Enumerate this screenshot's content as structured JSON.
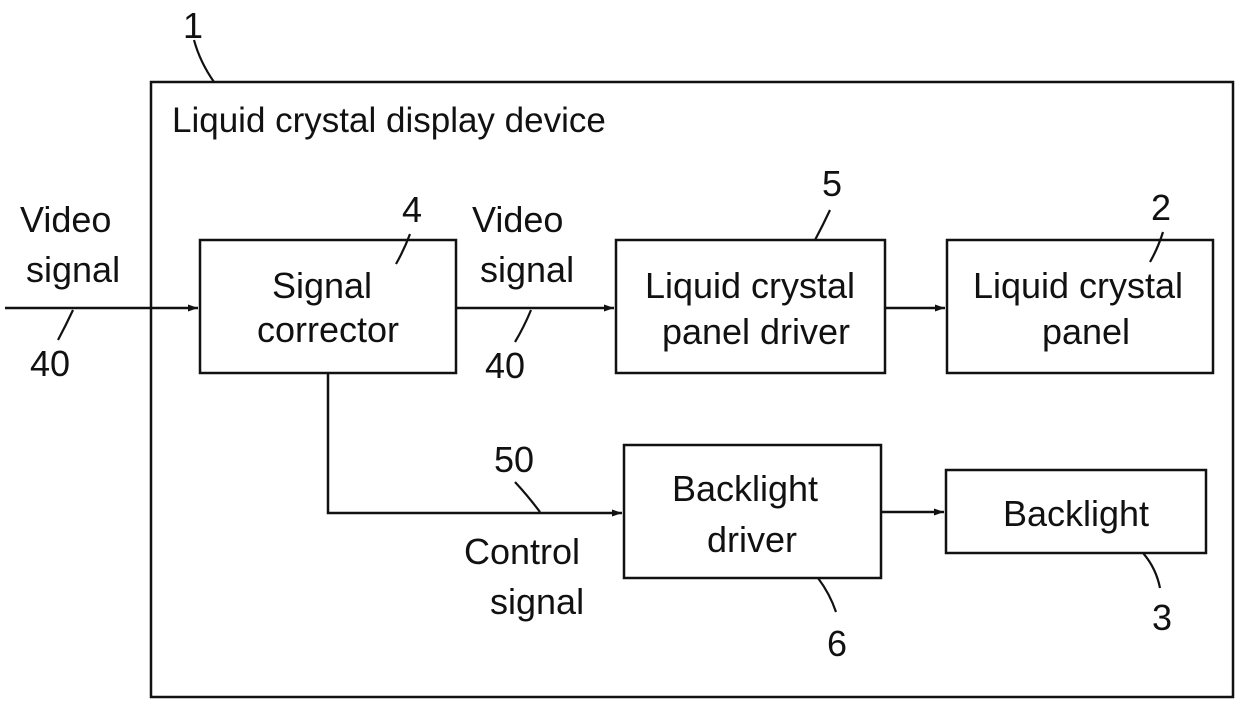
{
  "device": {
    "title": "Liquid crystal display device",
    "ref": "1"
  },
  "blocks": {
    "signal_corrector": {
      "lines": [
        "Signal",
        "corrector"
      ],
      "ref": "4"
    },
    "panel_driver": {
      "lines": [
        "Liquid crystal",
        "panel driver"
      ],
      "ref": "5"
    },
    "panel": {
      "lines": [
        "Liquid crystal",
        "panel"
      ],
      "ref": "2"
    },
    "backlight_driver": {
      "lines": [
        "Backlight",
        "driver"
      ],
      "ref": "6"
    },
    "backlight": {
      "lines": [
        "Backlight"
      ],
      "ref": "3"
    }
  },
  "signals": {
    "input_video": {
      "lines": [
        "Video",
        "signal"
      ],
      "ref": "40"
    },
    "corrected_video": {
      "lines": [
        "Video",
        "signal"
      ],
      "ref": "40"
    },
    "control": {
      "lines": [
        "Control",
        "signal"
      ],
      "ref": "50"
    }
  }
}
